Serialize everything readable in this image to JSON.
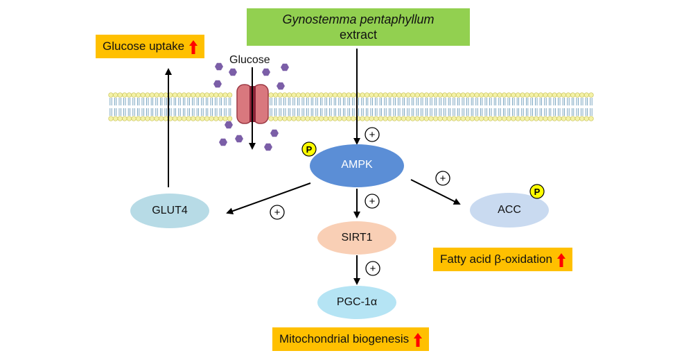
{
  "extract": {
    "species": "Gynostemma pentaphyllum",
    "suffix": "extract"
  },
  "glucose_label": "Glucose",
  "nodes": {
    "ampk": "AMPK",
    "glut4": "GLUT4",
    "sirt1": "SIRT1",
    "pgc1a": "PGC-1α",
    "acc": "ACC"
  },
  "outcomes": {
    "glucose_uptake": "Glucose uptake",
    "fatty_acid": "Fatty acid β-oxidation",
    "mito": "Mitochondrial biogenesis"
  },
  "symbols": {
    "activation": "+",
    "phospho": "P"
  },
  "colors": {
    "extract_box": "#92d050",
    "outcome_box": "#ffc000",
    "up_arrow": "#ff0000",
    "ampk": "#5b8ed6",
    "glut4": "#b7dbe6",
    "sirt1": "#f9cfb5",
    "pgc1a": "#b5e4f4",
    "acc": "#c9daf0",
    "phospho_badge": "#ffff00",
    "glucose_molecule": "#7b5ea7",
    "membrane_head": "#f4f2a6"
  }
}
